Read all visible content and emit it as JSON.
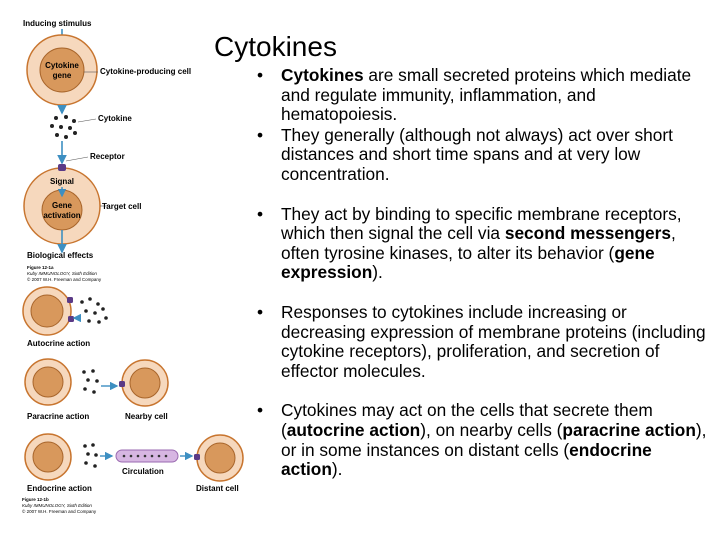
{
  "slide": {
    "title": "Cytokines"
  },
  "figure_a": {
    "inducing_stimulus": "Inducing stimulus",
    "cytokine_gene_line1": "Cytokine",
    "cytokine_gene_line2": "gene",
    "producing_cell": "Cytokine-producing cell",
    "cytokine": "Cytokine",
    "receptor": "Receptor",
    "signal": "Signal",
    "gene_activation_line1": "Gene",
    "gene_activation_line2": "activation",
    "target_cell": "Target cell",
    "biological_effects": "Biological effects",
    "caption_line1": "Figure 12-1a",
    "caption_line2": "Kuby IMMUNOLOGY, Sixth Edition",
    "caption_line3": "© 2007 W.H. Freeman and Company"
  },
  "figure_b": {
    "autocrine": "Autocrine action",
    "paracrine": "Paracrine action",
    "nearby_cell": "Nearby cell",
    "circulation": "Circulation",
    "endocrine": "Endocrine action",
    "distant_cell": "Distant cell",
    "caption_line1": "Figure 12-1b",
    "caption_line2": "Kuby IMMUNOLOGY, Sixth Edition",
    "caption_line3": "© 2007 W.H. Freeman and Company"
  },
  "bullets": [
    {
      "runs": [
        {
          "t": "Cytokines",
          "b": true
        },
        {
          "t": " are small secreted proteins which mediate and regulate immunity, inflammation, and hematopoiesis.",
          "b": false
        }
      ]
    },
    {
      "runs": [
        {
          "t": "They generally (although not always) act over short distances and short time spans and at very low concentration.",
          "b": false
        }
      ]
    },
    {
      "runs": [
        {
          "t": "They act by binding to specific membrane receptors, which then signal the cell via ",
          "b": false
        },
        {
          "t": "second messengers",
          "b": true
        },
        {
          "t": ", often tyrosine kinases, to alter its behavior (",
          "b": false
        },
        {
          "t": "gene expression",
          "b": true
        },
        {
          "t": ").",
          "b": false
        }
      ]
    },
    {
      "runs": [
        {
          "t": "Responses to cytokines include increasing or decreasing expression of membrane proteins (including cytokine receptors), proliferation, and secretion of effector molecules.",
          "b": false
        }
      ]
    },
    {
      "runs": [
        {
          "t": "Cytokines may act on the cells that secrete them (",
          "b": false
        },
        {
          "t": "autocrine action",
          "b": true
        },
        {
          "t": "), on nearby cells (",
          "b": false
        },
        {
          "t": "paracrine action",
          "b": true
        },
        {
          "t": "), or in some instances on distant cells (",
          "b": false
        },
        {
          "t": "endocrine action",
          "b": true
        },
        {
          "t": ").",
          "b": false
        }
      ]
    }
  ],
  "colors": {
    "cell_fill": "#f6d8bd",
    "cell_border": "#c8752f",
    "nucleus_fill": "#d8985c",
    "arrow": "#3d8fc2",
    "receptor": "#5b3a86",
    "vessel": "#d7b6e2",
    "dot": "#222222"
  }
}
